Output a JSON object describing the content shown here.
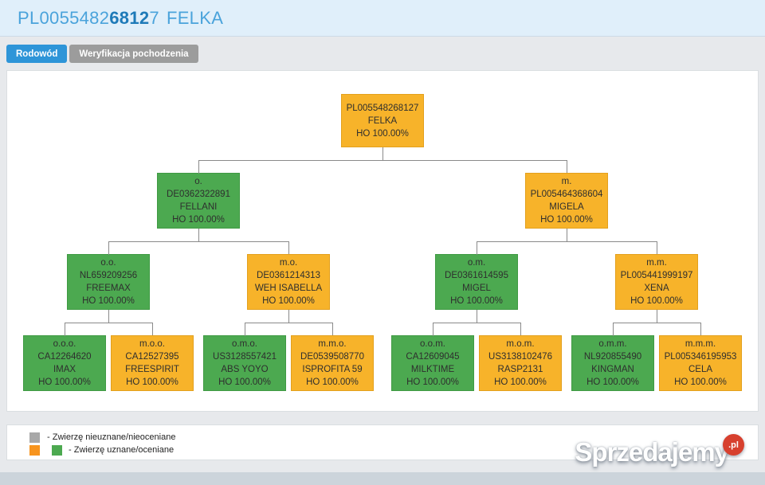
{
  "header": {
    "id_prefix": "PL0055482",
    "id_bold": "6812",
    "id_suffix": "7",
    "animal_name": "FELKA"
  },
  "tabs": [
    {
      "label": "Rodowód",
      "active": true
    },
    {
      "label": "Weryfikacja pochodzenia",
      "active": false
    }
  ],
  "tree": {
    "id": "PL005548268127",
    "name": "FELKA",
    "ho": "HO 100.00%",
    "status": "orange",
    "children": [
      {
        "relation": "o.",
        "id": "DE0362322891",
        "name": "FELLANI",
        "ho": "HO 100.00%",
        "status": "green",
        "children": [
          {
            "relation": "o.o.",
            "id": "NL659209256",
            "name": "FREEMAX",
            "ho": "HO 100.00%",
            "status": "green",
            "children": [
              {
                "relation": "o.o.o.",
                "id": "CA12264620",
                "name": "IMAX",
                "ho": "HO 100.00%",
                "status": "green"
              },
              {
                "relation": "m.o.o.",
                "id": "CA12527395",
                "name": "FREESPIRIT",
                "ho": "HO 100.00%",
                "status": "orange"
              }
            ]
          },
          {
            "relation": "m.o.",
            "id": "DE0361214313",
            "name": "WEH ISABELLA",
            "ho": "HO 100.00%",
            "status": "orange",
            "children": [
              {
                "relation": "o.m.o.",
                "id": "US3128557421",
                "name": "ABS YOYO",
                "ho": "HO 100.00%",
                "status": "green"
              },
              {
                "relation": "m.m.o.",
                "id": "DE0539508770",
                "name": "ISPROFITA 59",
                "ho": "HO 100.00%",
                "status": "orange"
              }
            ]
          }
        ]
      },
      {
        "relation": "m.",
        "id": "PL005464368604",
        "name": "MIGELA",
        "ho": "HO 100.00%",
        "status": "orange",
        "children": [
          {
            "relation": "o.m.",
            "id": "DE0361614595",
            "name": "MIGEL",
            "ho": "HO 100.00%",
            "status": "green",
            "children": [
              {
                "relation": "o.o.m.",
                "id": "CA12609045",
                "name": "MILKTIME",
                "ho": "HO 100.00%",
                "status": "green"
              },
              {
                "relation": "m.o.m.",
                "id": "US3138102476",
                "name": "RASP2131",
                "ho": "HO 100.00%",
                "status": "orange"
              }
            ]
          },
          {
            "relation": "m.m.",
            "id": "PL005441999197",
            "name": "XENA",
            "ho": "HO 100.00%",
            "status": "orange",
            "children": [
              {
                "relation": "o.m.m.",
                "id": "NL920855490",
                "name": "KINGMAN",
                "ho": "HO 100.00%",
                "status": "green"
              },
              {
                "relation": "m.m.m.",
                "id": "PL005346195953",
                "name": "CELA",
                "ho": "HO 100.00%",
                "status": "orange"
              }
            ]
          }
        ]
      }
    ]
  },
  "legend": {
    "row1": {
      "label": "- Zwierzę nieuznane/nieoceniane"
    },
    "row2": {
      "label": "- Zwierzę uznane/oceniane"
    }
  },
  "watermark": {
    "text": "Sprzedajemy",
    "suffix": ".pl"
  },
  "colors": {
    "orange": "#f7b32a",
    "green": "#4ca950",
    "legend_orange": "#f7941e",
    "legend_gray": "#a8a8a8",
    "tab_blue": "#2e95d8",
    "tab_gray": "#9c9c9c",
    "header_bg": "#e0effa",
    "header_text": "#4aa3db",
    "connector": "#8a8a8a"
  }
}
